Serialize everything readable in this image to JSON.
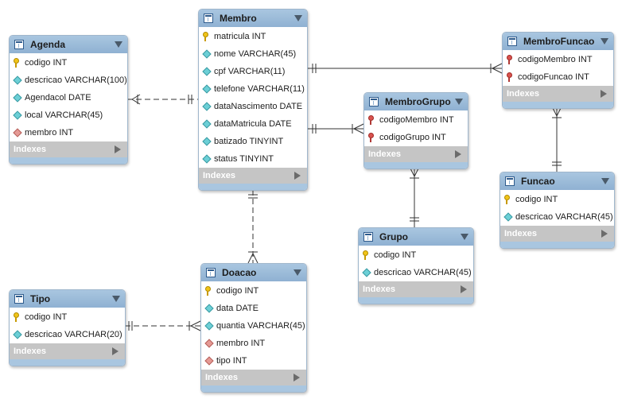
{
  "tables": {
    "agenda": {
      "title": "Agenda",
      "columns": [
        {
          "text": "codigo INT",
          "icon": "primary-key-icon"
        },
        {
          "text": "descricao VARCHAR(100)",
          "icon": "attribute-icon"
        },
        {
          "text": "Agendacol DATE",
          "icon": "attribute-icon"
        },
        {
          "text": "local VARCHAR(45)",
          "icon": "attribute-icon"
        },
        {
          "text": "membro INT",
          "icon": "foreign-attribute-icon"
        }
      ],
      "indexes_label": "Indexes"
    },
    "membro": {
      "title": "Membro",
      "columns": [
        {
          "text": "matricula INT",
          "icon": "primary-key-icon"
        },
        {
          "text": "nome VARCHAR(45)",
          "icon": "attribute-icon"
        },
        {
          "text": "cpf VARCHAR(11)",
          "icon": "attribute-icon"
        },
        {
          "text": "telefone VARCHAR(11)",
          "icon": "attribute-icon"
        },
        {
          "text": "dataNascimento DATE",
          "icon": "attribute-icon"
        },
        {
          "text": "dataMatricula DATE",
          "icon": "attribute-icon"
        },
        {
          "text": "batizado TINYINT",
          "icon": "attribute-icon"
        },
        {
          "text": "status TINYINT",
          "icon": "attribute-icon"
        }
      ],
      "indexes_label": "Indexes"
    },
    "membrofuncao": {
      "title": "MembroFuncao",
      "columns": [
        {
          "text": "codigoMembro INT",
          "icon": "foreign-key-icon"
        },
        {
          "text": "codigoFuncao INT",
          "icon": "foreign-key-icon"
        }
      ],
      "indexes_label": "Indexes"
    },
    "membrogrupo": {
      "title": "MembroGrupo",
      "columns": [
        {
          "text": "codigoMembro INT",
          "icon": "foreign-key-icon"
        },
        {
          "text": "codigoGrupo INT",
          "icon": "foreign-key-icon"
        }
      ],
      "indexes_label": "Indexes"
    },
    "funcao": {
      "title": "Funcao",
      "columns": [
        {
          "text": "codigo INT",
          "icon": "primary-key-icon"
        },
        {
          "text": "descricao VARCHAR(45)",
          "icon": "attribute-icon"
        }
      ],
      "indexes_label": "Indexes"
    },
    "grupo": {
      "title": "Grupo",
      "columns": [
        {
          "text": "codigo INT",
          "icon": "primary-key-icon"
        },
        {
          "text": "descricao VARCHAR(45)",
          "icon": "attribute-icon"
        }
      ],
      "indexes_label": "Indexes"
    },
    "tipo": {
      "title": "Tipo",
      "columns": [
        {
          "text": "codigo INT",
          "icon": "primary-key-icon"
        },
        {
          "text": "descricao VARCHAR(20)",
          "icon": "attribute-icon"
        }
      ],
      "indexes_label": "Indexes"
    },
    "doacao": {
      "title": "Doacao",
      "columns": [
        {
          "text": "codigo INT",
          "icon": "primary-key-icon"
        },
        {
          "text": "data DATE",
          "icon": "attribute-icon"
        },
        {
          "text": "quantia VARCHAR(45)",
          "icon": "attribute-icon"
        },
        {
          "text": "membro INT",
          "icon": "foreign-attribute-icon"
        },
        {
          "text": "tipo INT",
          "icon": "foreign-attribute-icon"
        }
      ],
      "indexes_label": "Indexes"
    }
  },
  "colors": {
    "header": "#8fb1d2",
    "indexes_band": "#c5c5c5",
    "connector": "#333333"
  }
}
